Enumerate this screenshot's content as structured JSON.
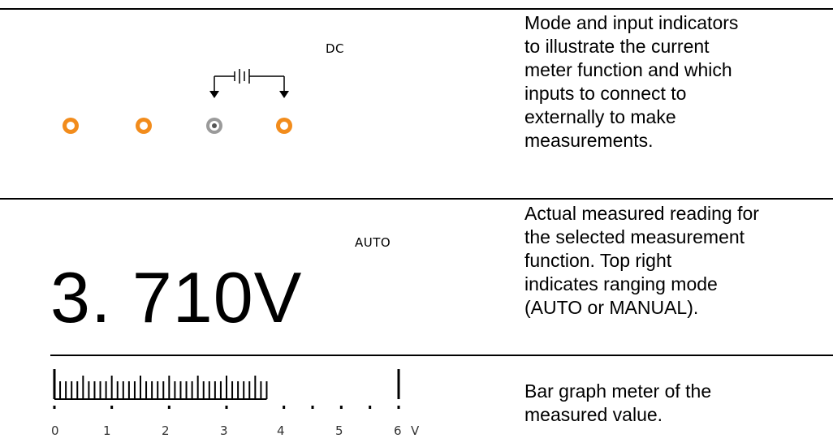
{
  "rows": [
    {
      "indicator": "DC",
      "description_lines": [
        "Mode and input indicators",
        "to illustrate the current",
        "meter function and which",
        "inputs to connect to",
        "externally to make",
        "measurements."
      ]
    },
    {
      "indicator": "AUTO",
      "reading": "3. 710V",
      "description_lines": [
        "Actual measured reading for",
        "the selected measurement",
        "function.  Top right",
        "indicates ranging mode",
        "(AUTO or MANUAL)."
      ]
    },
    {
      "bar_value": 3.71,
      "scale_min": 0,
      "scale_max": 6,
      "scale_labels": [
        "0",
        "1",
        "2",
        "3",
        "4",
        "5",
        "6"
      ],
      "unit": "V",
      "description_lines": [
        "Bar graph meter of the",
        "measured value."
      ]
    }
  ],
  "colors": {
    "active_jack": "#f28c1c",
    "common_jack": "#9a9a9a",
    "rule": "#000000"
  }
}
